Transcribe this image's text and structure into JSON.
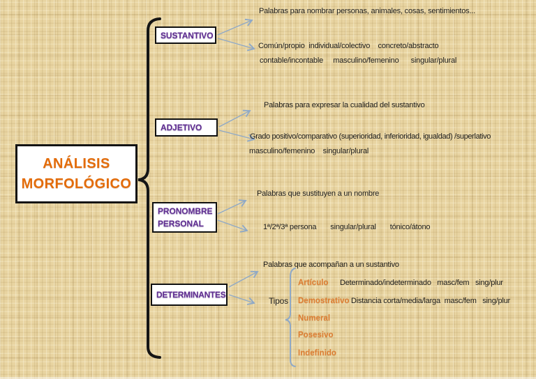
{
  "diagram": {
    "main": {
      "line1": "ANÁLISIS",
      "line2": "MORFOLÓGICO"
    },
    "sustantivo": {
      "label": "SUSTANTIVO",
      "note1": "Palabras para nombrar personas, animales, cosas, sentimientos...",
      "note2a": "Común/propio  individual/colectivo    concreto/abstracto",
      "note2b": "contable/incontable     masculino/femenino      singular/plural"
    },
    "adjetivo": {
      "label": "ADJETIVO",
      "note1": "Palabras para expresar la cualidad del sustantivo",
      "note2a": "Grado positivo/comparativo (superioridad, inferioridad, igualdad) /superlativo",
      "note2b": "masculino/femenino    singular/plural"
    },
    "pronombre": {
      "label_line1": "PRONOMBRE",
      "label_line2": "PERSONAL",
      "note1": "Palabras que sustituyen a un nombre",
      "note2": "1ª/2ª/3ª persona       singular/plural       tónico/átono"
    },
    "determinantes": {
      "label": "DETERMINANTES",
      "note1": "Palabras que acompañan a un sustantivo",
      "tipos_label": "Tipos",
      "tipos": [
        {
          "name": "Artículo",
          "detail": "Determinado/indeterminado   masc/fem   sing/plur"
        },
        {
          "name": "Demostrativo",
          "detail": "Distancia corta/media/larga  masc/fem   sing/plur"
        },
        {
          "name": "Numeral",
          "detail": ""
        },
        {
          "name": "Posesivo",
          "detail": ""
        },
        {
          "name": "Indefinido",
          "detail": ""
        }
      ]
    },
    "colors": {
      "title_orange": "#e36c0a",
      "label_orange": "#dd7e33",
      "box_purple": "#5f2d91",
      "arrow_blue": "#8fa9c7",
      "brace_black": "#151515",
      "background_parchment": "#e8d4a1"
    }
  }
}
